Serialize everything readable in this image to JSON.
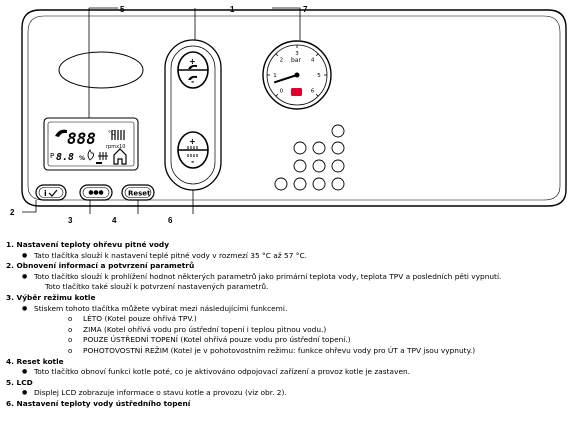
{
  "diagram": {
    "callouts": [
      "1",
      "2",
      "3",
      "4",
      "5",
      "6",
      "7"
    ],
    "lcd": {
      "big_digits": "888",
      "unit": "°C",
      "small_digits": "8.8",
      "percent": "%",
      "rpm_label": "rpmx10"
    },
    "gauge": {
      "label": "bar",
      "ticks": [
        "0",
        "1",
        "2",
        "3",
        "4",
        "5",
        "6"
      ],
      "needle_value": 0.6
    },
    "reset_label": "Reset"
  },
  "sections": [
    {
      "title": "1. Nastavení teploty ohřevu pitné vody",
      "bullets": [
        {
          "text": "Tato tlačítka slouží k nastavení teplé pitné vody v rozmezí 35 °C až 57 °C."
        }
      ]
    },
    {
      "title": "2. Obnovení informací a potvrzení parametrů",
      "bullets": [
        {
          "text": "Toto tlačítko slouží k prohlížení hodnot některých parametrů jako primární teplota vody, teplota TPV a posledních pěti vypnutí.",
          "cont": "Toto tlačítko také slouží k potvrzení nastavených parametrů."
        }
      ]
    },
    {
      "title": "3. Výběr režimu kotle",
      "bullets": [
        {
          "text": "Stiskem tohoto tlačítka můžete vybírat mezi následujícími funkcemi.",
          "subs": [
            "LÉTO (Kotel pouze ohřívá TPV.)",
            "ZIMA (Kotel ohřívá vodu pro ústřední topení i teplou pitnou vodu.)",
            "POUZE ÚSTŘEDNÍ TOPENÍ (Kotel ohřívá pouze vodu pro ústřední topení.)",
            "POHOTOVOSTNÍ REŽIM (Kotel je v pohotovostním režimu: funkce ohřevu vody pro ÚT a TPV jsou vypnuty.)"
          ]
        }
      ]
    },
    {
      "title": "4. Reset kotle",
      "bullets": [
        {
          "text": "Toto tlačítko obnoví funkci kotle poté, co je aktivováno odpojovací zařízení a provoz kotle je zastaven."
        }
      ]
    },
    {
      "title": "5. LCD",
      "bullets": [
        {
          "text": "Displej LCD zobrazuje informace o stavu kotle a provozu (viz obr. 2)."
        }
      ]
    },
    {
      "title": "6. Nastavení teploty vody ústředního topení",
      "bullets": []
    }
  ]
}
